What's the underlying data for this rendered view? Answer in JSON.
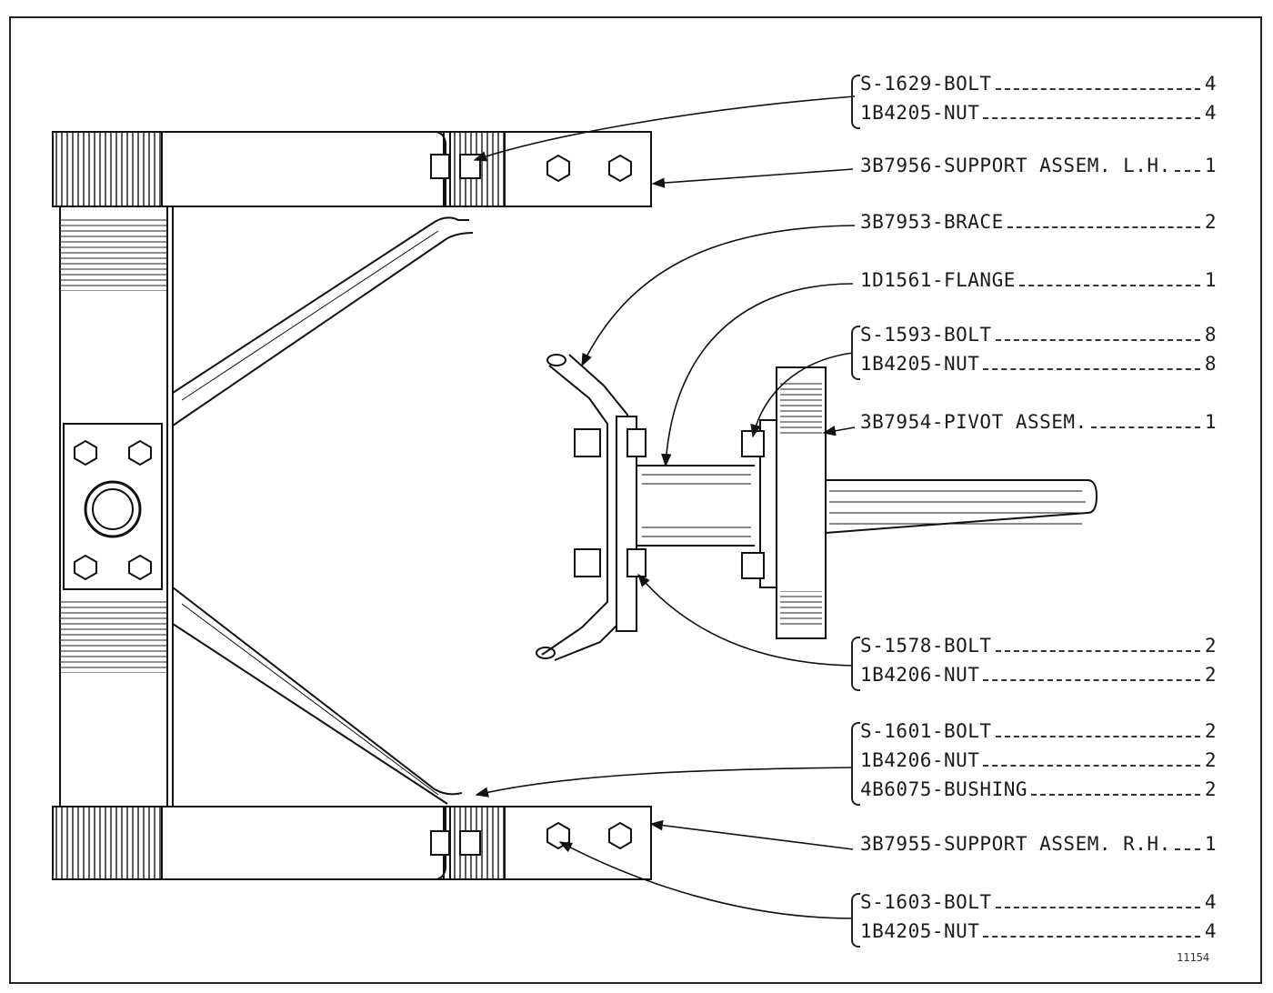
{
  "groups": [
    {
      "rows": [
        {
          "part": "S-1629-BOLT",
          "qty": "4"
        },
        {
          "part": "1B4205-NUT",
          "qty": "4"
        }
      ]
    },
    {
      "rows": [
        {
          "part": "3B7956-SUPPORT ASSEM. L.H.",
          "qty": "1"
        }
      ]
    },
    {
      "rows": [
        {
          "part": "3B7953-BRACE",
          "qty": "2"
        }
      ]
    },
    {
      "rows": [
        {
          "part": "1D1561-FLANGE",
          "qty": "1"
        }
      ]
    },
    {
      "rows": [
        {
          "part": "S-1593-BOLT",
          "qty": "8"
        },
        {
          "part": "1B4205-NUT",
          "qty": "8"
        }
      ]
    },
    {
      "rows": [
        {
          "part": "3B7954-PIVOT ASSEM.",
          "qty": "1"
        }
      ]
    },
    {
      "rows": [
        {
          "part": "S-1578-BOLT",
          "qty": "2"
        },
        {
          "part": "1B4206-NUT",
          "qty": "2"
        }
      ]
    },
    {
      "rows": [
        {
          "part": "S-1601-BOLT",
          "qty": "2"
        },
        {
          "part": "1B4206-NUT",
          "qty": "2"
        },
        {
          "part": "4B6075-BUSHING",
          "qty": "2"
        }
      ]
    },
    {
      "rows": [
        {
          "part": "3B7955-SUPPORT ASSEM. R.H.",
          "qty": "1"
        }
      ]
    },
    {
      "rows": [
        {
          "part": "S-1603-BOLT",
          "qty": "4"
        },
        {
          "part": "1B4205-NUT",
          "qty": "4"
        }
      ]
    }
  ],
  "figure_number": "11154"
}
